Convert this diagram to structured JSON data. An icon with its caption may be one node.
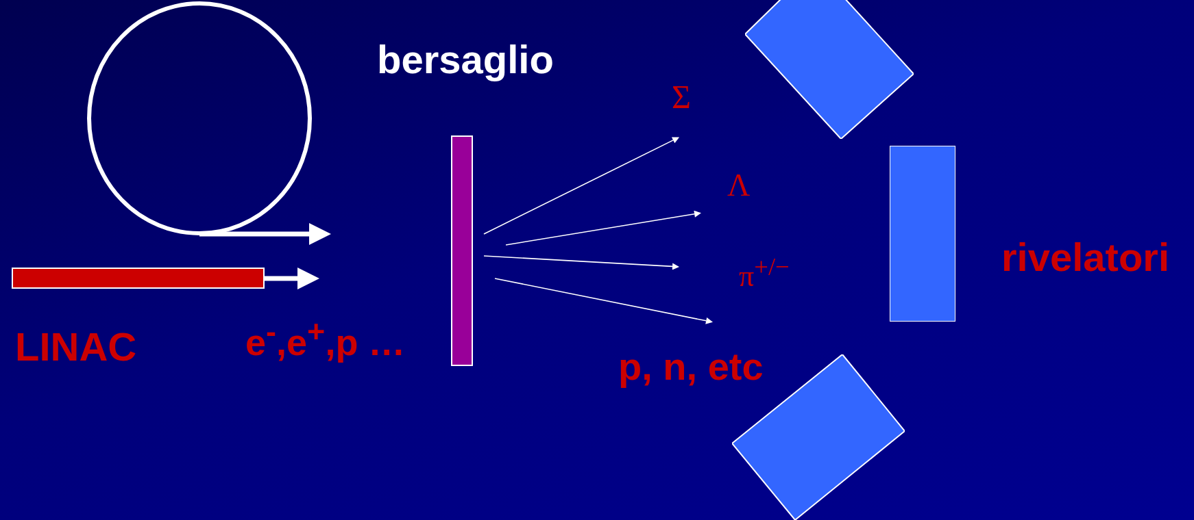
{
  "diagram": {
    "nodes": [
      {
        "text": [],
        "shape": "circle"
      },
      {
        "text": [],
        "shape": "bar",
        "beside": [
          "LINAC"
        ]
      },
      {
        "text": [],
        "shape": "bar",
        "beside": [
          "bersaglio"
        ]
      },
      {
        "text": [
          "Σ"
        ]
      },
      {
        "text": [
          "Λ"
        ]
      },
      {
        "text": [
          "π$^{+/−}$"
        ]
      },
      {
        "text": [
          "p, n, etc"
        ]
      },
      {
        "text": [],
        "shape": "box"
      },
      {
        "text": [],
        "shape": "box"
      },
      {
        "text": [],
        "shape": "box"
      }
    ],
    "edges": [
      {
        "from": 0,
        "to": null,
        "arrow": "to",
        "style": "thick"
      },
      {
        "from": 1,
        "to": null,
        "arrow": "to",
        "style": "thick"
      },
      {
        "from": 2,
        "to": 3,
        "arrow": "to"
      },
      {
        "from": 2,
        "to": 4,
        "arrow": "to"
      },
      {
        "from": 2,
        "to": 5,
        "arrow": "to"
      },
      {
        "from": 2,
        "to": 6,
        "arrow": "to"
      }
    ],
    "labels": [
      "e$^{-}$,e$^{+}$,p …",
      "rivelatori"
    ]
  }
}
